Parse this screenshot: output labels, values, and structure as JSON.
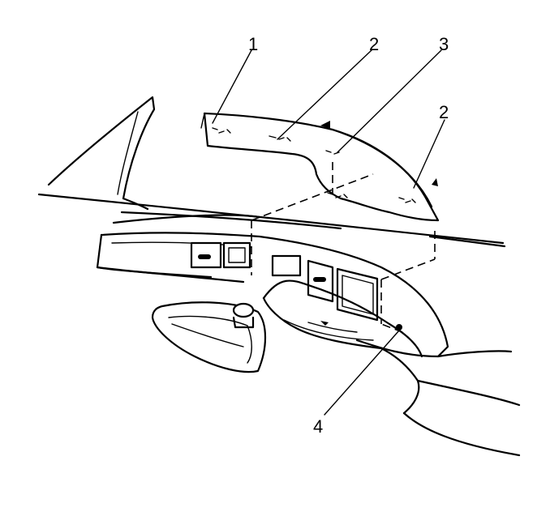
{
  "figure": {
    "callouts": [
      {
        "id": "c1",
        "label": "1"
      },
      {
        "id": "c2a",
        "label": "2"
      },
      {
        "id": "c3",
        "label": "3"
      },
      {
        "id": "c2b",
        "label": "2"
      },
      {
        "id": "c4",
        "label": "4"
      }
    ]
  }
}
